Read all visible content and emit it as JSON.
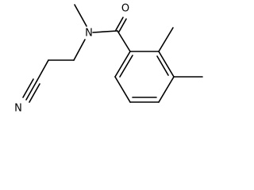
{
  "molecule": {
    "atoms": {
      "oxygen": "O",
      "amide_nitrogen": "N",
      "nitrile_nitrogen": "N"
    },
    "colors": {
      "bond": "#000000",
      "background": "#ffffff"
    }
  }
}
